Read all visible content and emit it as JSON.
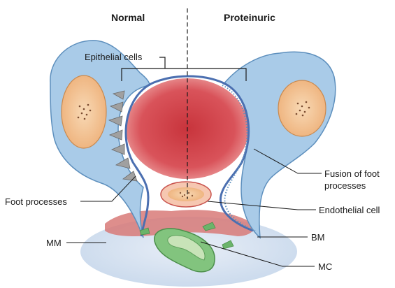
{
  "headers": {
    "left": "Normal",
    "right": "Proteinuric"
  },
  "labels": {
    "epithelial_cells": "Epithelial cells",
    "fusion_line1": "Fusion of foot",
    "fusion_line2": "processes",
    "foot_processes": "Foot processes",
    "endothelial_cell": "Endothelial cell",
    "mm": "MM",
    "bm": "BM",
    "mc": "MC"
  },
  "colors": {
    "epithelial_cell": "#a9cbe8",
    "epithelial_outline": "#5d8fbd",
    "nucleus": "#f4c89a",
    "capillary_lumen": "#d9535a",
    "basement_membrane": "#4b6fb0",
    "mesangial_matrix": "#c94a4a",
    "mesangial_cell": "#6bb46a",
    "foot_process": "#9a9a9a"
  }
}
